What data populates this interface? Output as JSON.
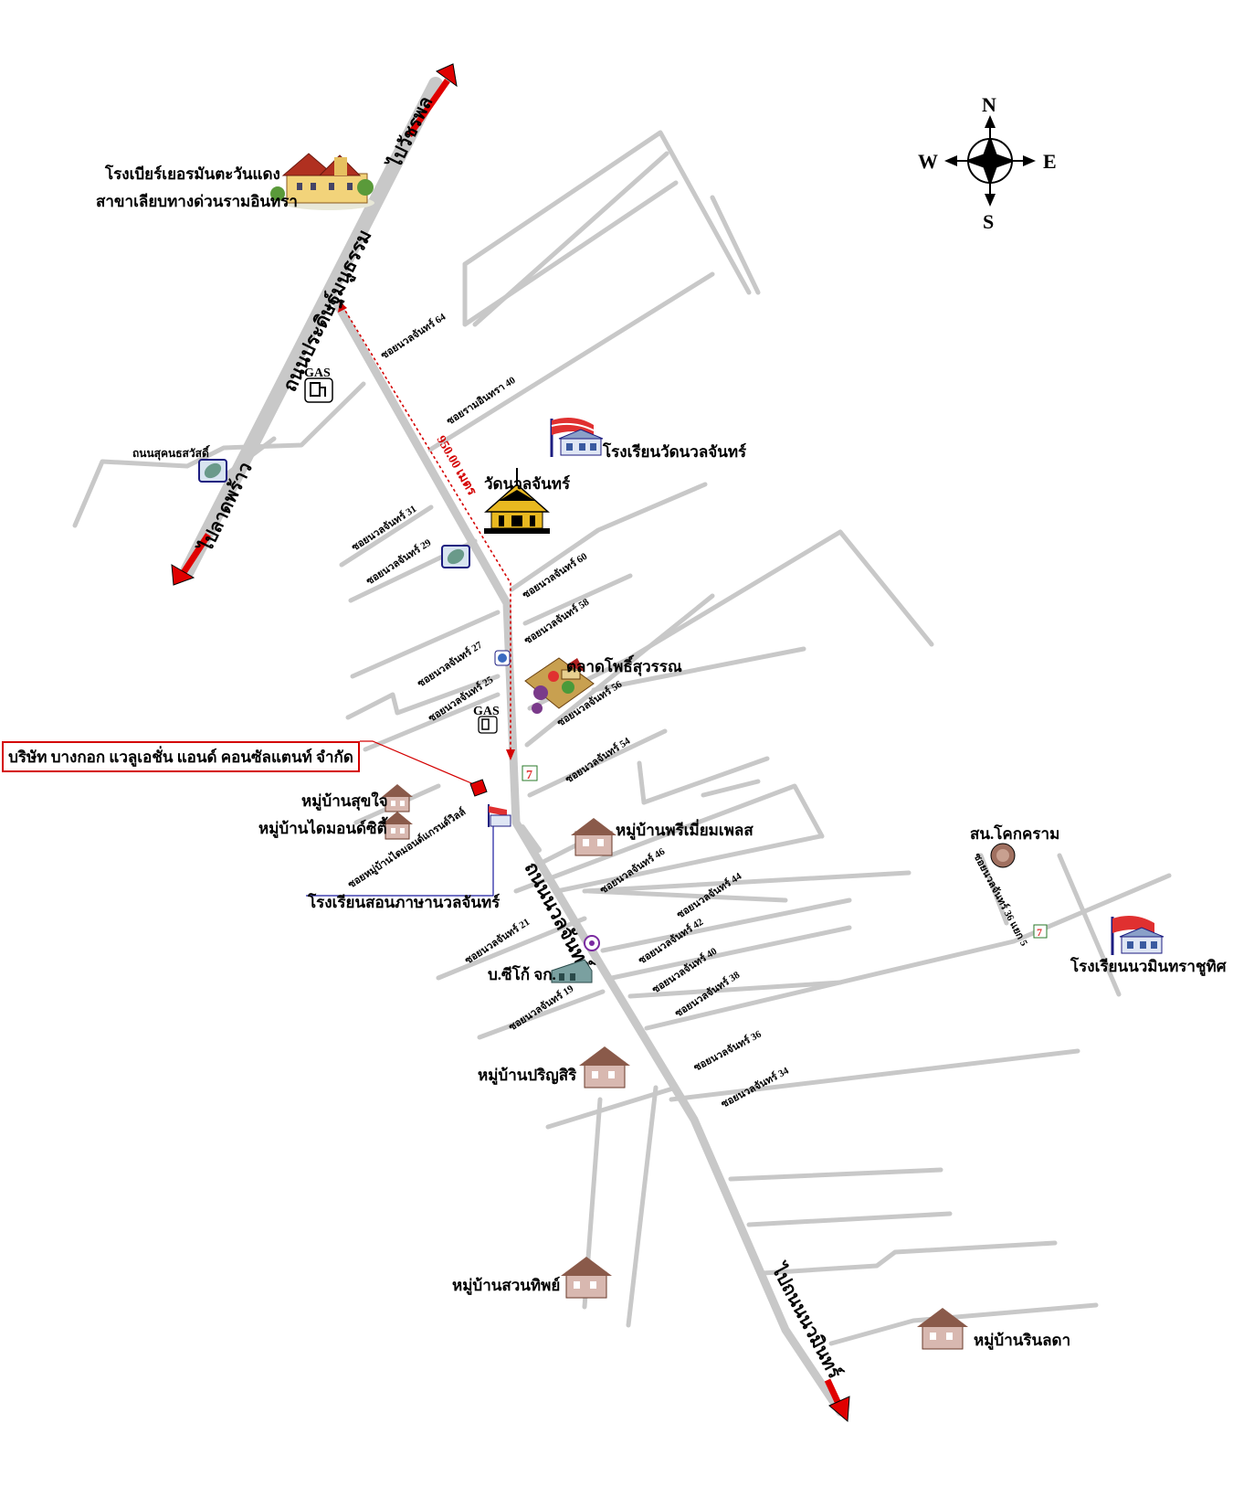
{
  "compass": {
    "n": "N",
    "s": "S",
    "e": "E",
    "w": "W"
  },
  "roads": {
    "main_road": "ถนนประดิษฐ์มนูธรรม",
    "nawamin_road": "ถนนนวลจันทร์",
    "suk_sawat": "ถนนสุคนธสวัสดิ์"
  },
  "directions": {
    "to_chatchawal": "ไปวัชรพล",
    "to_ladprao": "ไปลาดพร้าว",
    "to_nawamin": "ไปถนนนวมินทร์"
  },
  "distance": "950.00 เมตร",
  "sois": {
    "s64": "ซอยนวลจันทร์ 64",
    "ram40": "ซอยรามอินทรา 40",
    "s31": "ซอยนวลจันทร์ 31",
    "s29": "ซอยนวลจันทร์ 29",
    "s60": "ซอยนวลจันทร์ 60",
    "s58": "ซอยนวลจันทร์ 58",
    "s27": "ซอยนวลจันทร์ 27",
    "s25": "ซอยนวลจันทร์ 25",
    "s56": "ซอยนวลจันทร์ 56",
    "s54": "ซอยนวลจันทร์ 54",
    "diamond_soi": "ซอยหมู่บ้านไดมอนด์แกรนด์วิลล์",
    "s46": "ซอยนวลจันทร์ 46",
    "s44": "ซอยนวลจันทร์ 44",
    "s42": "ซอยนวลจันทร์ 42",
    "s40": "ซอยนวลจันทร์ 40",
    "s38": "ซอยนวลจันทร์ 38",
    "s21": "ซอยนวลจันทร์ 21",
    "s19": "ซอยนวลจันทร์ 19",
    "s36": "ซอยนวลจันทร์ 36",
    "s34": "ซอยนวลจันทร์ 34",
    "s36_5": "ซอยนวลจันทร์ 36 แยก 5"
  },
  "places": {
    "beer_garden_1": "โรงเบียร์เยอรมันตะวันแดง",
    "beer_garden_2": "สาขาเลียบทางด่วนรามอินทรา",
    "school_wat": "โรงเรียนวัดนวลจันทร์",
    "wat": "วัดนวลจันทร์",
    "market": "ตลาดโพธิ์สุวรรณ",
    "company": "บริษัท บางกอก แวลูเอชั่น แอนด์ คอนซัลแตนท์ จำกัด",
    "vil_sukjai": "หมู่บ้านสุขใจ",
    "vil_diamond": "หมู่บ้านไดมอนด์ซิตี้",
    "school_sorn": "โรงเรียนสอนภาษานวลจันทร์",
    "vil_premier": "หมู่บ้านพรีเมี่ยมเพลส",
    "police": "สน.โคกคราม",
    "school_nawamin": "โรงเรียนนวมินทราชูทิศ",
    "cigo": "บ.ซีโก้ จก.",
    "vil_parinsiri": "หมู่บ้านปริญสิริ",
    "vil_suantip": "หมู่บ้านสวนทิพย์",
    "vil_rinlada": "หมู่บ้านรินลดา"
  },
  "icons": {
    "gas_label": "GAS",
    "seven_label": "7"
  },
  "colors": {
    "road": "#c8c8c8",
    "arrow": "#e00000",
    "route": "#d40000",
    "school_line": "#1c1ca0"
  }
}
